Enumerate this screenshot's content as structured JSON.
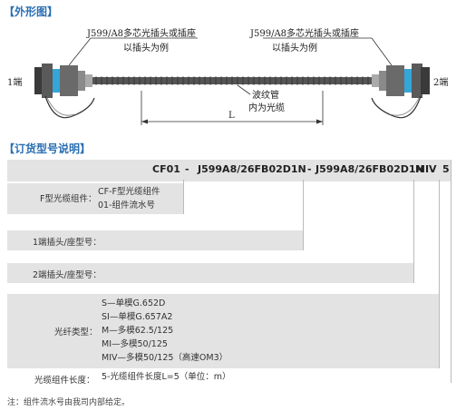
{
  "sections": {
    "outline_title": "【外形图】",
    "order_title": "【订货型号说明】"
  },
  "drawing": {
    "left_callout_line1": "J599/A8多芯光插头或插座",
    "left_callout_line2": "以插头为例",
    "right_callout_line1": "J599/A8多芯光插头或插座",
    "right_callout_line2": "以插头为例",
    "end1": "1端",
    "end2": "2端",
    "tube_line1": "波纹管",
    "tube_line2": "内为光缆",
    "length": "L",
    "colors": {
      "connector": "#5a5a5a",
      "band": "#34a6d8",
      "cable": "#444444"
    }
  },
  "order": {
    "code": {
      "part1": "CF01",
      "sep1": "-",
      "part2": "J599A8/26FB02D1N",
      "sep2": "-",
      "part3": "J599A8/26FB02D1N",
      "sep3": "-",
      "part4": "MIV",
      "part5": "5"
    },
    "assembly": {
      "label": "F型光缆组件：",
      "options": [
        "CF-F型光缆组件",
        "01-组件流水号"
      ]
    },
    "end1_label": "1端插头/座型号：",
    "end2_label": "2端插头/座型号：",
    "fiber": {
      "label": "光纤类型：",
      "options": [
        "S—单模G.652D",
        "SI—单模G.657A2",
        "M—多模62.5/125",
        "MI—多模50/125",
        "MIV—多模50/125（高速OM3）"
      ]
    },
    "length": {
      "label": "光缆组件长度：",
      "value": "5-光缆组件长度L=5（单位：m）"
    }
  },
  "note": "注：组件流水号由我司内部给定。"
}
